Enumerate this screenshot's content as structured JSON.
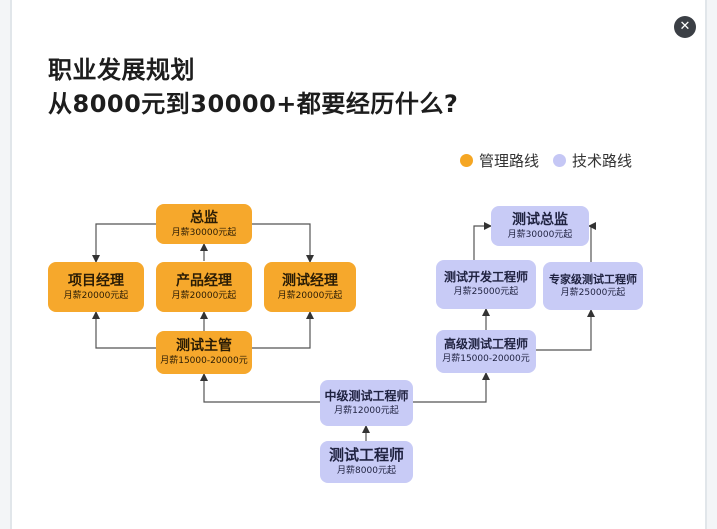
{
  "header": {
    "title_line1": "职业发展规划",
    "title_line2": "从8000元到30000+都要经历什么?"
  },
  "legend": {
    "management": "管理路线",
    "technical": "技术路线"
  },
  "colors": {
    "management": "#f6a82c",
    "technical": "#c8cbf6"
  },
  "close_icon": "close-icon",
  "nodes": {
    "director": {
      "title": "总监",
      "salary": "月薪30000元起"
    },
    "project_manager": {
      "title": "项目经理",
      "salary": "月薪20000元起"
    },
    "product_manager": {
      "title": "产品经理",
      "salary": "月薪20000元起"
    },
    "test_manager": {
      "title": "测试经理",
      "salary": "月薪20000元起"
    },
    "test_supervisor": {
      "title": "测试主管",
      "salary": "月薪15000-20000元"
    },
    "test_director": {
      "title": "测试总监",
      "salary": "月薪30000元起"
    },
    "test_dev_engineer": {
      "title": "测试开发工程师",
      "salary": "月薪25000元起"
    },
    "expert_test_engineer": {
      "title": "专家级测试工程师",
      "salary": "月薪25000元起"
    },
    "senior_test_engineer": {
      "title": "高级测试工程师",
      "salary": "月薪15000-20000元"
    },
    "mid_test_engineer": {
      "title": "中级测试工程师",
      "salary": "月薪12000元起"
    },
    "test_engineer": {
      "title": "测试工程师",
      "salary": "月薪8000元起"
    }
  }
}
